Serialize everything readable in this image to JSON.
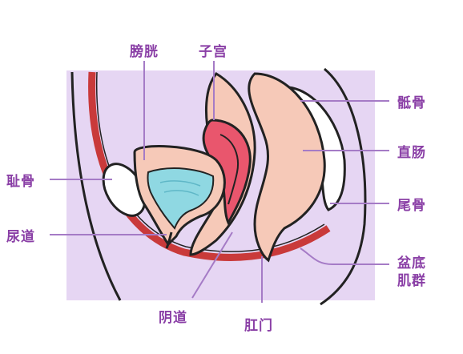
{
  "labels": {
    "bladder": "膀胱",
    "uterus": "子宫",
    "sacrum": "骶骨",
    "rectum": "直肠",
    "pubis": "耻骨",
    "coccyx": "尾骨",
    "urethra": "尿道",
    "pelvic_floor": "盆底\n肌群",
    "vagina": "阴道",
    "anus": "肛门"
  },
  "colors": {
    "label": "#8a3fa6",
    "leader_line": "#a57bc6",
    "background_panel": "#e6d6f3",
    "muscle": "#c93a3a",
    "rectum": "#f6c9b8",
    "uterus": "#e9566d",
    "bladder_fluid": "#8fd8e2",
    "bone": "#ffffff"
  }
}
